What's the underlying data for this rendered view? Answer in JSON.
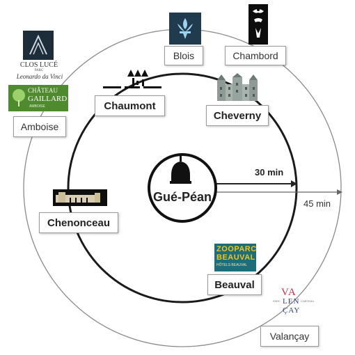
{
  "center": {
    "name": "Gué-Péan"
  },
  "rings": {
    "inner_label": "30 min",
    "outer_label": "45 min"
  },
  "destinations": {
    "blois": "Blois",
    "chambord": "Chambord",
    "amboise": "Amboise",
    "chaumont": "Chaumont",
    "cheverny": "Cheverny",
    "chenonceau": "Chenonceau",
    "beauval": "Beauval",
    "valencay": "Valançay"
  },
  "logos": {
    "clos_luce": {
      "line1": "CLOS LUCÉ",
      "line2": "PARC",
      "line3": "Leonardo da Vinci"
    },
    "chateau_gaillard": {
      "line1": "CHÂTEAU",
      "line2": "GAILLARD",
      "line3": "AMBOISE"
    },
    "zooparc": {
      "line1": "ZOOPARC",
      "line2": "BEAUVAL",
      "line3": "HÔTELS BEAUVAL"
    },
    "valencay_logo": {
      "line1": "VA",
      "line2": "LEN",
      "line3": "ÇAY",
      "side_left": "PARC",
      "side_right": "CHÂTEAU"
    }
  },
  "colors": {
    "ring_inner": "#1a1a1a",
    "ring_outer": "#8a8a8a",
    "blois_bg": "#1f3b4d",
    "blois_fleur": "#9fd2f0",
    "clos_luce_bg": "#1d2e3a",
    "gaillard_bg": "#4f8a2f",
    "zooparc_bg": "#1d6d7a",
    "zooparc_text": "#f0c419"
  }
}
